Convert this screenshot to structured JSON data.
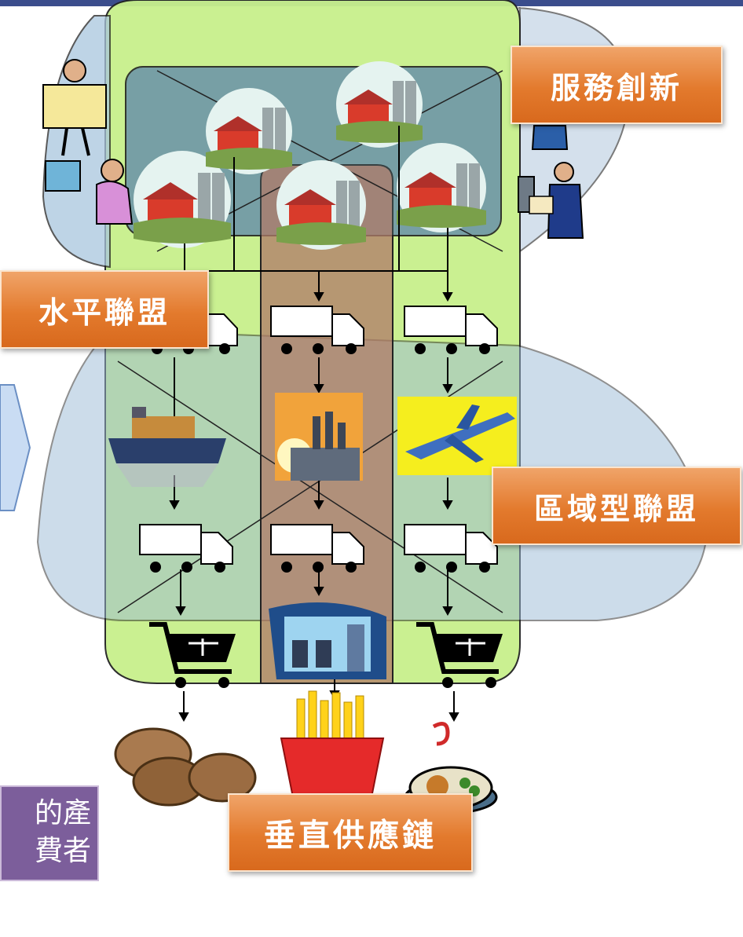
{
  "labels": {
    "service_innovation": "服務創新",
    "horizontal_alliance": "水平聯盟",
    "regional_alliance": "區域型聯盟",
    "vertical_supply_chain": "垂直供應鏈"
  },
  "callout": {
    "line1": "的產",
    "line2": "費者"
  },
  "top_banner_partial": "(  )",
  "icons": {
    "farms": [
      "barn-silo-icon",
      "barn-silo-icon",
      "barn-silo-icon",
      "barn-silo-icon",
      "barn-silo-icon"
    ],
    "trucks_row1": [
      "truck-icon",
      "truck-icon",
      "truck-icon"
    ],
    "transport": [
      "cargo-ship-icon",
      "factory-icon",
      "airplane-icon"
    ],
    "trucks_row2": [
      "truck-icon",
      "truck-icon",
      "truck-icon"
    ],
    "retail": [
      "shopping-cart-icon",
      "convenience-store-icon",
      "shopping-cart-icon"
    ],
    "products": [
      "potatoes-icon",
      "french-fries-icon",
      "meal-plate-icon"
    ],
    "people": [
      "engineer-blueprint-icon",
      "computer-user-icon",
      "presenter-icon",
      "microscope-scientist-icon"
    ]
  },
  "colors": {
    "green_region": "#c8f08c",
    "blue_region": "#9bbad6",
    "middle_column": "#b07a68",
    "orange_label": "#e37a2d",
    "callout_purple": "#7c5e9b",
    "arrow": "#000000"
  }
}
